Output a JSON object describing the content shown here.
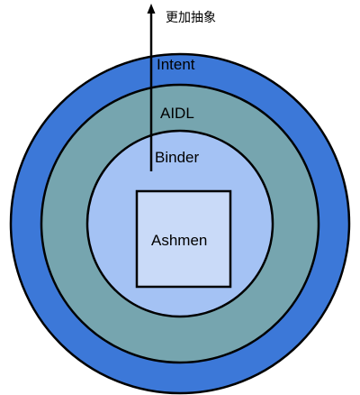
{
  "arrow": {
    "label": "更加抽象"
  },
  "layers": {
    "intent": {
      "label": "Intent",
      "color": "#3c78d8"
    },
    "aidl": {
      "label": "AIDL",
      "color": "#76a5af"
    },
    "binder": {
      "label": "Binder",
      "color": "#a4c2f4"
    },
    "core": {
      "label": "Ashmen",
      "color": "#c9daf8"
    }
  },
  "colors": {
    "stroke": "#000000",
    "background": "#ffffff"
  }
}
